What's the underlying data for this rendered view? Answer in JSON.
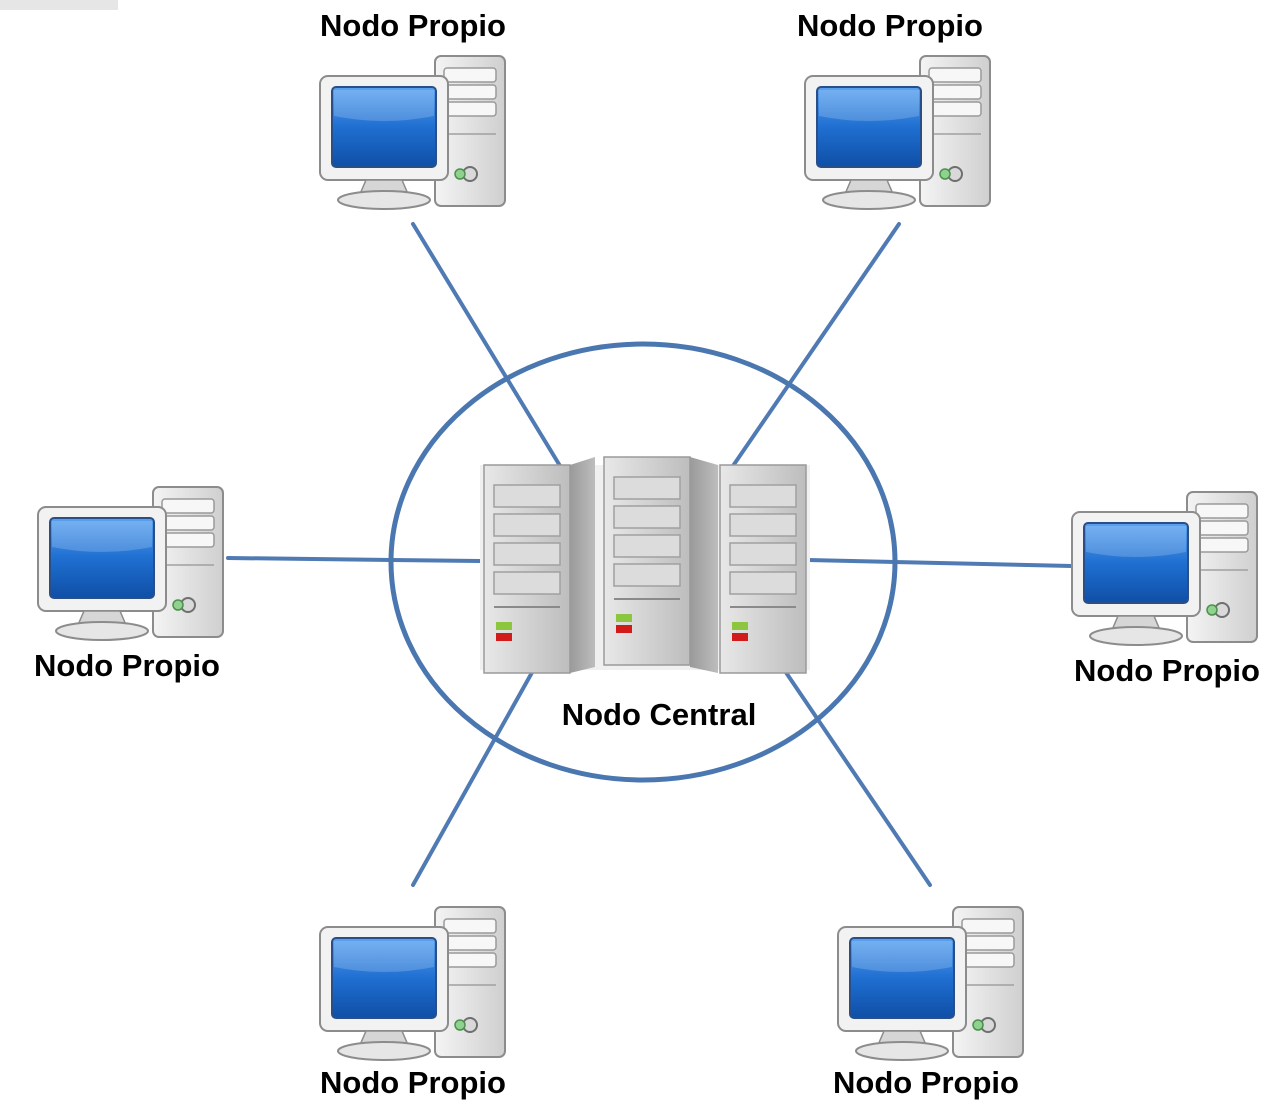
{
  "diagram": {
    "central_label": "Nodo Central",
    "node_label": "Nodo Propio",
    "nodes": [
      {
        "id": "top-left",
        "label": "Nodo Propio"
      },
      {
        "id": "top-right",
        "label": "Nodo Propio"
      },
      {
        "id": "left",
        "label": "Nodo Propio"
      },
      {
        "id": "right",
        "label": "Nodo Propio"
      },
      {
        "id": "bottom-left",
        "label": "Nodo Propio"
      },
      {
        "id": "bottom-right",
        "label": "Nodo Propio"
      }
    ],
    "colors": {
      "link": "#4f7ab3",
      "ring": "#4a77b0",
      "screen": "#1f6fd1",
      "led_green": "#8cc63f",
      "led_red": "#d21c1c"
    },
    "icons": {
      "node": "desktop-computer-icon",
      "central": "server-rack-icon"
    }
  }
}
